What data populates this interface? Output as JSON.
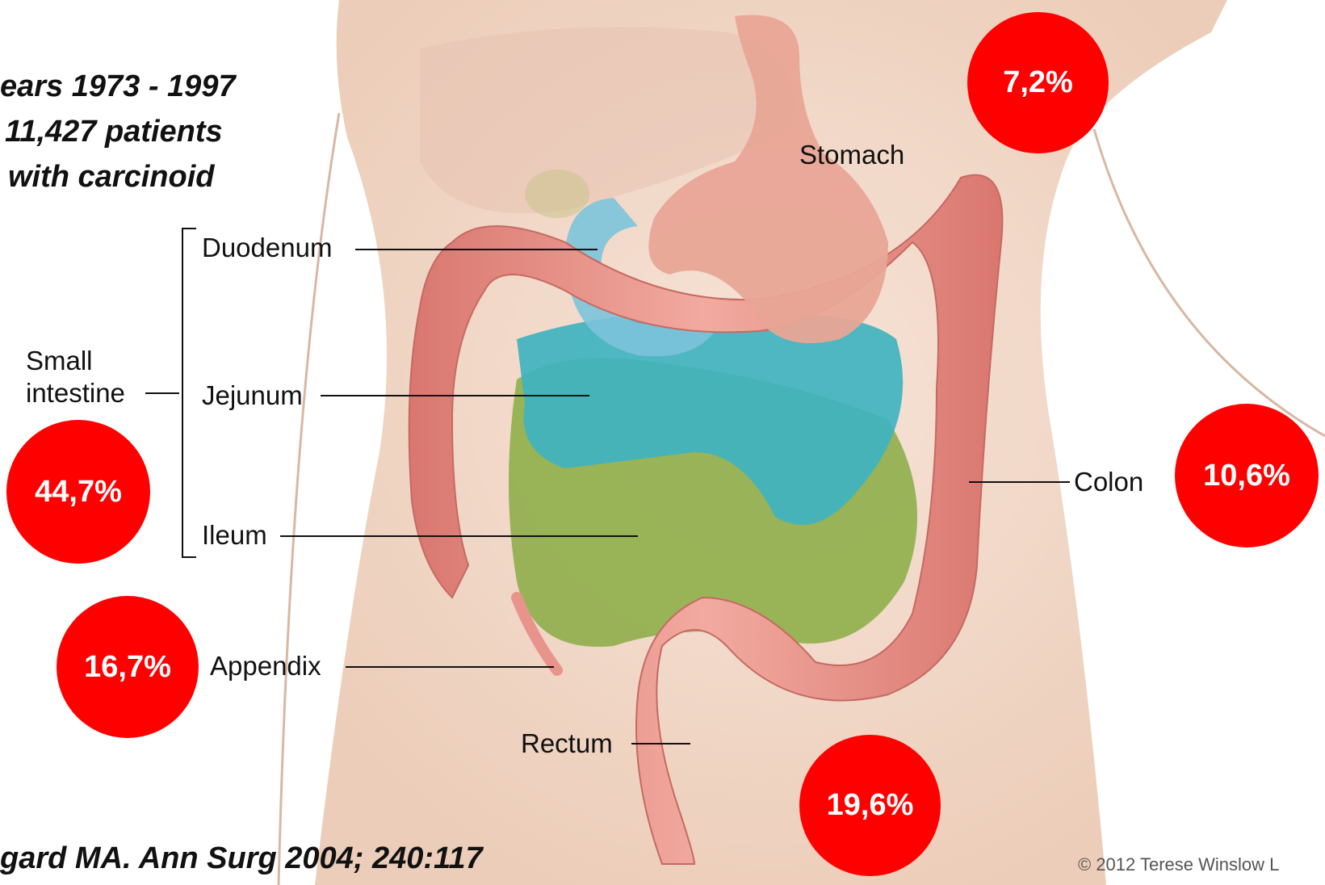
{
  "header_note": {
    "line1": "ears 1973 - 1997",
    "line2": "11,427 patients",
    "line3": "with carcinoid"
  },
  "labels": {
    "stomach": "Stomach",
    "duodenum": "Duodenum",
    "small_intestine_line1": "Small",
    "small_intestine_line2": "intestine",
    "jejunum": "Jejunum",
    "ileum": "Ileum",
    "colon": "Colon",
    "appendix": "Appendix",
    "rectum": "Rectum"
  },
  "percentages": {
    "stomach": "7,2%",
    "colon": "10,6%",
    "small_intestine": "44,7%",
    "appendix": "16,7%",
    "rectum": "19,6%"
  },
  "citation": "gard MA. Ann Surg 2004; 240:117",
  "copyright": "© 2012 Terese Winslow L",
  "colors": {
    "badge": "#ff0000",
    "skin": "#f3d9c9",
    "colon": "#e8948c",
    "jejunum": "#3fb3c0",
    "ileum": "#8fae4a",
    "duodenum": "#7cc3dc",
    "stomach": "#e8a596"
  }
}
